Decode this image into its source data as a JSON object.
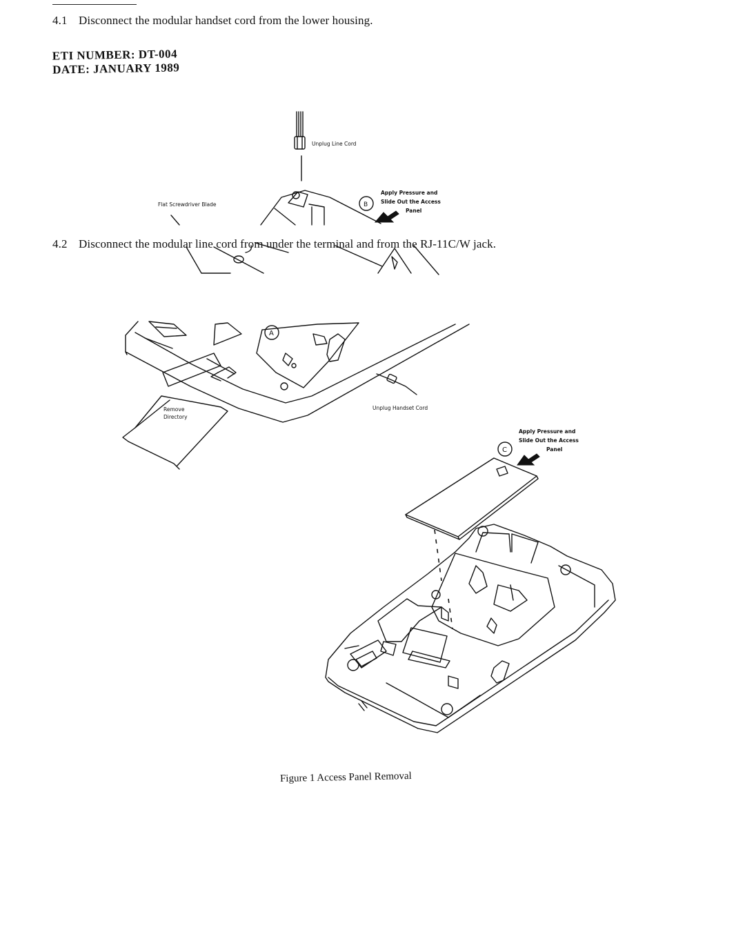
{
  "steps": [
    {
      "num": "4.1",
      "text": "Disconnect the modular handset cord from the lower housing."
    },
    {
      "num": "4.2",
      "text": "Disconnect the modular line cord from under the terminal and from the RJ-11C/W jack."
    }
  ],
  "meta": {
    "eti_number": "ETI NUMBER: DT-004",
    "date": "DATE: JANUARY 1989"
  },
  "figure_labels": {
    "unplug_line_cord": "Unplug Line Cord",
    "flat_screwdriver_blade": "Flat Screwdriver Blade",
    "apply_pressure_b": [
      "Apply Pressure and",
      "Slide Out the Access",
      "Panel"
    ],
    "marker_a": "A",
    "marker_b": "B",
    "marker_c": "C",
    "remove_directory": [
      "Remove",
      "Directory"
    ],
    "unplug_handset_cord": "Unplug Handset Cord",
    "apply_pressure_c": [
      "Apply Pressure and",
      "Slide Out the Access",
      "Panel"
    ]
  },
  "caption": "Figure 1  Access Panel Removal"
}
